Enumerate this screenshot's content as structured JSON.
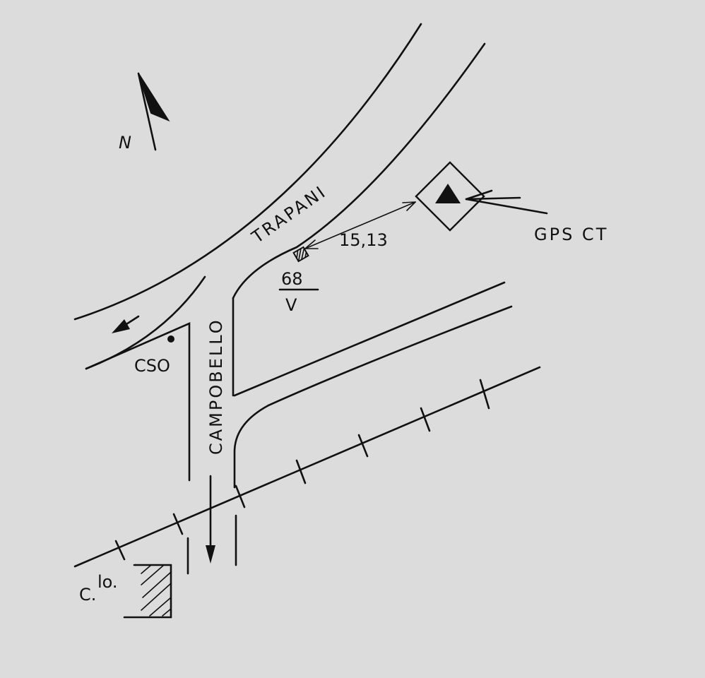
{
  "map": {
    "north_label": "N",
    "road_trapani_label": "TRAPANI",
    "road_campobello_label": "CAMPOBELLO",
    "cso_label": "CSO",
    "distance_label": "15,13",
    "benchmark_number": "68",
    "benchmark_letter": "V",
    "gps_label": "GPS CT",
    "building_label_c": "C.",
    "building_label_lo": "lo."
  },
  "colors": {
    "background": "#dcdcdc",
    "ink": "#111111"
  }
}
